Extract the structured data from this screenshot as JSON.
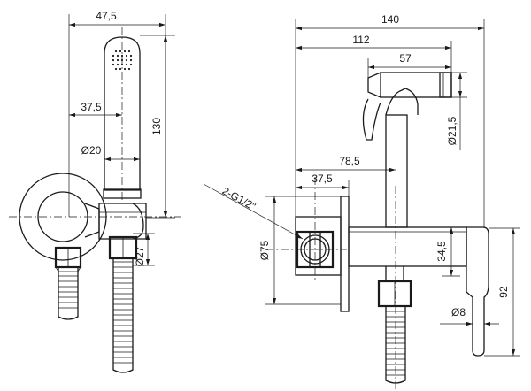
{
  "left_view": {
    "width_total": "47,5",
    "width_axis": "37,5",
    "height": "130",
    "diam_handle": "Ø20",
    "diam_holder": "Ø27"
  },
  "right_view": {
    "total_length": "140",
    "length_112": "112",
    "length_57": "57",
    "diam_handle": "Ø21,5",
    "length_78_5": "78,5",
    "length_37_5": "37,5",
    "thread": "2-G1/2\"",
    "diam_plate": "Ø75",
    "height_34_5": "34,5",
    "height_92": "92",
    "diam_outlet": "Ø8"
  }
}
